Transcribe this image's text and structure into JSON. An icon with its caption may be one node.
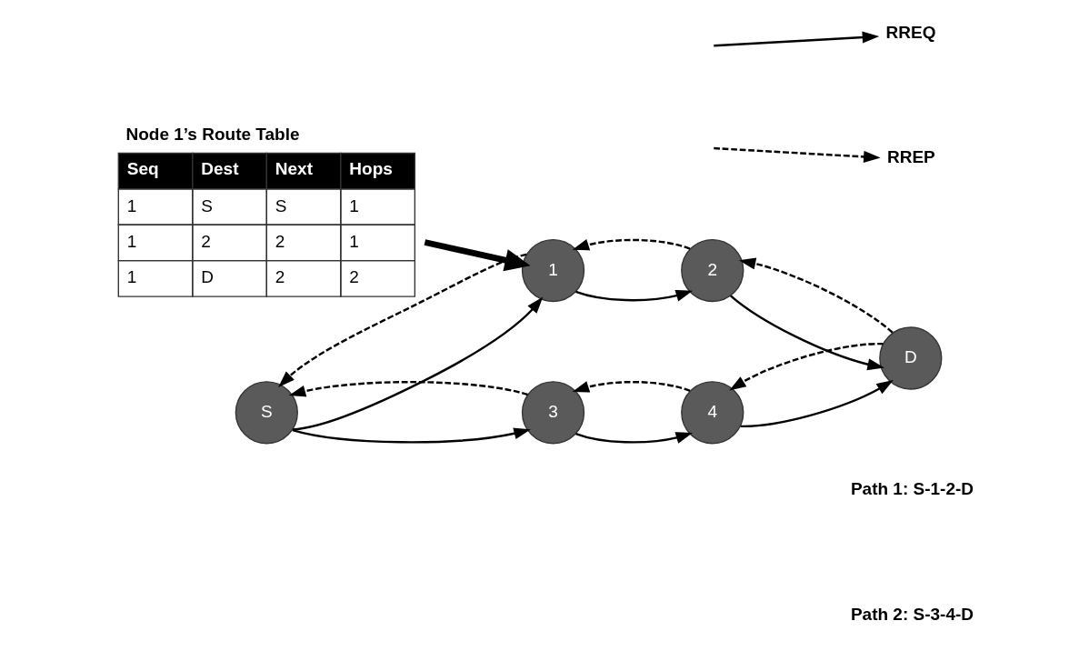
{
  "diagram": {
    "nodes": [
      {
        "text": [
          "1"
        ]
      },
      {
        "text": [
          "2"
        ]
      },
      {
        "text": [
          "S"
        ]
      },
      {
        "text": [
          "D"
        ]
      },
      {
        "text": [
          "3"
        ]
      },
      {
        "text": [
          "4"
        ]
      },
      {
        "text": [
          "Node 1’s Route Table",
          "Seq",
          "Dest",
          "Next",
          "Hops",
          "1",
          "S",
          "S",
          "1",
          "1",
          "2",
          "2",
          "1",
          "1",
          "D",
          "2",
          "2"
        ]
      }
    ],
    "edges": [
      {
        "from": 6,
        "to": 0,
        "arrow": "to",
        "style": "thick"
      },
      {
        "from": 1,
        "to": 0,
        "arrow": "to",
        "style": "dashed"
      },
      {
        "from": 0,
        "to": 1,
        "arrow": "to"
      },
      {
        "from": 3,
        "to": 1,
        "arrow": "to",
        "style": "dashed"
      },
      {
        "from": 1,
        "to": 3,
        "arrow": "to"
      },
      {
        "from": 0,
        "to": 2,
        "arrow": "to",
        "style": "dashed"
      },
      {
        "from": 2,
        "to": 0,
        "arrow": "to"
      },
      {
        "from": 2,
        "to": 4,
        "arrow": "to"
      },
      {
        "from": 4,
        "to": 2,
        "arrow": "to",
        "style": "dashed"
      },
      {
        "from": 4,
        "to": 5,
        "arrow": "to"
      },
      {
        "from": 5,
        "to": 4,
        "arrow": "to",
        "style": "dashed"
      },
      {
        "from": 5,
        "to": 3,
        "arrow": "to"
      },
      {
        "from": 3,
        "to": 5,
        "arrow": "to",
        "style": "dashed"
      }
    ],
    "labels": [
      "Path 1: S-1-2-D",
      "Path 2: S-3-4-D"
    ],
    "legend": [
      {
        "text": "RREQ"
      },
      {
        "text": "RREP"
      }
    ]
  }
}
